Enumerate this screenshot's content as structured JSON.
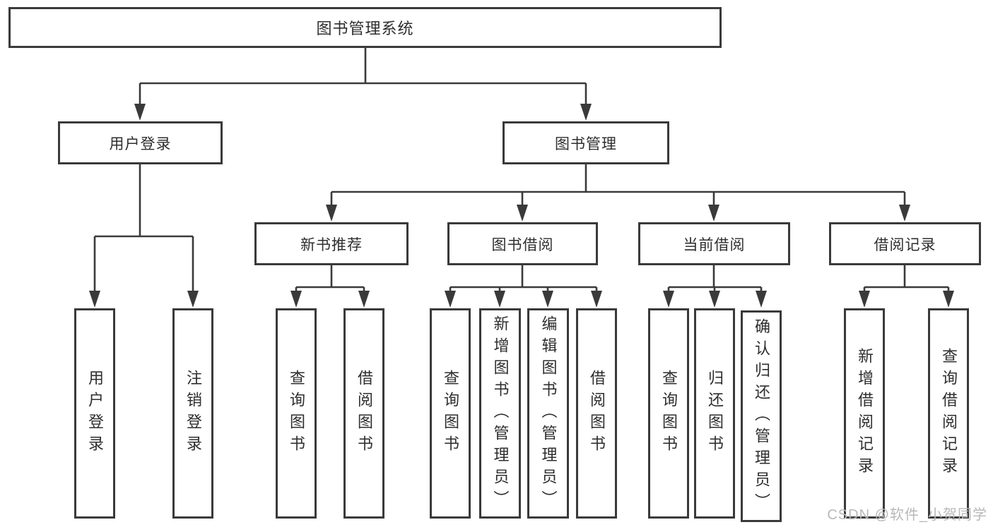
{
  "nodes": {
    "root": "图书管理系统",
    "userLogin": "用户登录",
    "bookMgmt": "图书管理",
    "newBook": "新书推荐",
    "bookBorrow": "图书借阅",
    "currentBorrow": "当前借阅",
    "borrowRecord": "借阅记录",
    "userLoginChildren": [
      "用户登录",
      "注销登录"
    ],
    "newBookChildren": [
      "查询图书",
      "借阅图书"
    ],
    "bookBorrowChildren": [
      "查询图书",
      "新增图书（管理员）",
      "编辑图书（管理员）",
      "借阅图书"
    ],
    "currentBorrowChildren": [
      "查询图书",
      "归还图书",
      "确认归还（管理员）"
    ],
    "borrowRecordChildren": [
      "新增借阅记录",
      "查询借阅记录"
    ]
  },
  "watermark": "CSDN @软件_小贺同学",
  "colors": {
    "line": "#3a3a3a",
    "text": "#2e2e2e",
    "watermark": "#b8b8b8",
    "background": "#ffffff"
  }
}
